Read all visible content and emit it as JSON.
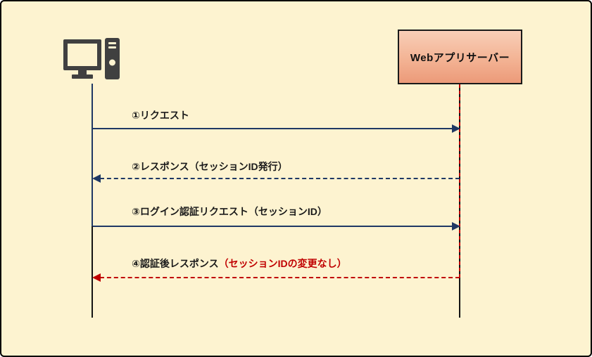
{
  "page": {
    "background_color": "#FDF3D0",
    "border_color": "#000000"
  },
  "client": {
    "icon": "desktop-computer-icon",
    "icon_color": "#404040"
  },
  "server": {
    "label": "Webアプリサーバー",
    "fill_top": "#F8CEB7",
    "fill_bottom": "#EC9A79",
    "border_color": "#1A1A1A"
  },
  "lifelines": {
    "client_upper_color": "#1F3864",
    "client_lower_color": "#141414",
    "server_color": "#141414",
    "server_session_overlay_color": "#C00000",
    "server_session_overlay_style": "dashed"
  },
  "messages": [
    {
      "label": "①リクエスト",
      "direction": "client-to-server",
      "line_style": "solid",
      "color": "#1F3864"
    },
    {
      "label": "②レスポンス（セッションID発行）",
      "direction": "server-to-client",
      "line_style": "dashed",
      "color": "#1F3864"
    },
    {
      "label": "③ログイン認証リクエスト（セッションID）",
      "direction": "client-to-server",
      "line_style": "solid",
      "color": "#1F3864"
    },
    {
      "label": "④認証後レスポンス",
      "label_highlight": "（セッションIDの変更なし）",
      "direction": "server-to-client",
      "line_style": "dashed",
      "color": "#C00000",
      "highlight_color": "#C00000"
    }
  ]
}
